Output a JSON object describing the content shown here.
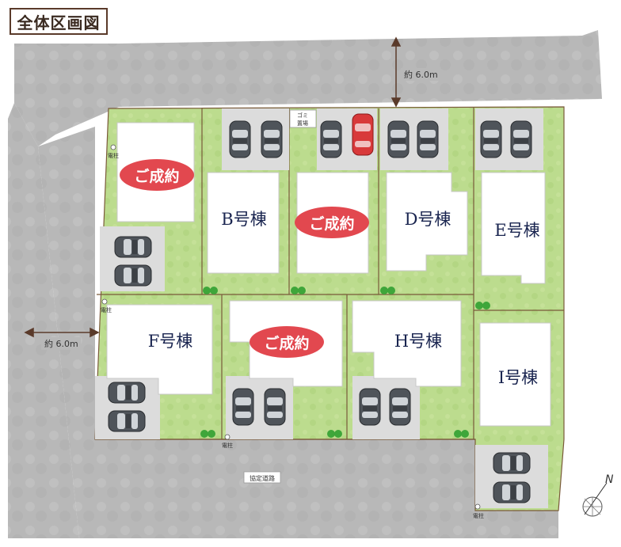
{
  "title": "全体区画図",
  "dimensions": {
    "north_road_width": "約 6.0m",
    "west_road_width": "約 6.0m"
  },
  "labels": {
    "garbage": [
      "ゴミ",
      "置場"
    ],
    "pole_top": "電柱",
    "pole_mid": "電柱",
    "pole_bottom": "電柱",
    "sign": "電柱",
    "agreement_road": "協定道路",
    "compass": "N"
  },
  "sold_text": "ご成約",
  "lots": [
    {
      "id": "A",
      "name": "",
      "sold": true
    },
    {
      "id": "B",
      "name": "B号棟",
      "sold": false
    },
    {
      "id": "C",
      "name": "",
      "sold": true
    },
    {
      "id": "D",
      "name": "D号棟",
      "sold": false
    },
    {
      "id": "E",
      "name": "E号棟",
      "sold": false
    },
    {
      "id": "F",
      "name": "F号棟",
      "sold": false
    },
    {
      "id": "G",
      "name": "",
      "sold": true
    },
    {
      "id": "H",
      "name": "H号棟",
      "sold": false
    },
    {
      "id": "I",
      "name": "I号棟",
      "sold": false
    }
  ],
  "colors": {
    "road": "#b9b9b9",
    "lawn": "#b8d88a",
    "house": "#ffffff",
    "parking": "#dadada",
    "sold_badge": "#e2484f",
    "lot_line": "#7a5a3a",
    "car": "#555a60",
    "car_red": "#d8393a"
  }
}
